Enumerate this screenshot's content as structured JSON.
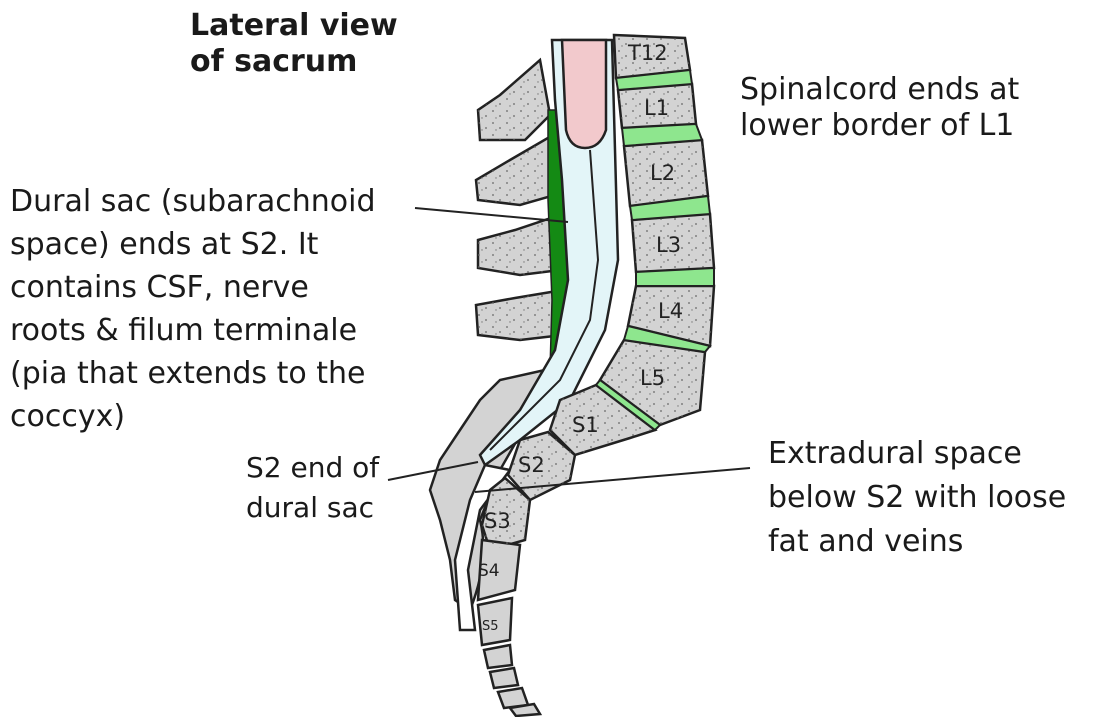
{
  "diagram": {
    "title_lines": [
      "Lateral view",
      "of sacrum"
    ],
    "labels": {
      "spinal_cord": [
        "Spinalcord ends at",
        "lower border of L1"
      ],
      "dural_sac": [
        "Dural sac (subarachnoid",
        "space) ends at S2. It",
        "contains CSF, nerve",
        "roots & filum terminale",
        "(pia that extends to the",
        "coccyx)"
      ],
      "s2_end": [
        "S2 end of",
        "dural sac"
      ],
      "extradural": [
        "Extradural space",
        "below S2 with loose",
        "fat and veins"
      ]
    },
    "vertebrae": [
      "T12",
      "L1",
      "L2",
      "L3",
      "L4",
      "L5",
      "S1",
      "S2",
      "S3",
      "S4",
      "S5"
    ],
    "colors": {
      "bone": "#d3d3d3",
      "disc": "#8ee68e",
      "spinal_cord": "#f2c9cc",
      "csf": "#e3f5f8",
      "ligamentum": "#148a14",
      "outline": "#222222"
    }
  }
}
